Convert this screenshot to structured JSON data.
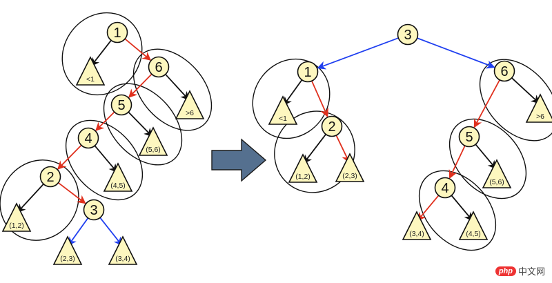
{
  "colors": {
    "node_fill": "#fdf7bf",
    "outline": "#111111",
    "edge_black": "#111111",
    "edge_red": "#e0301e",
    "edge_blue": "#1f3ff0",
    "arrow_fill": "#55708f",
    "arrow_stroke": "#1a1a1a"
  },
  "before": {
    "nodes": [
      {
        "id": "b1",
        "label": "1"
      },
      {
        "id": "b6",
        "label": "6"
      },
      {
        "id": "b5",
        "label": "5"
      },
      {
        "id": "b4",
        "label": "4"
      },
      {
        "id": "b2",
        "label": "2"
      },
      {
        "id": "b3",
        "label": "3"
      }
    ],
    "subtrees": [
      {
        "id": "bt_lt1",
        "label": "<1"
      },
      {
        "id": "bt_gt6",
        "label": ">6"
      },
      {
        "id": "bt_56",
        "label": "(5,6)"
      },
      {
        "id": "bt_45",
        "label": "(4,5)"
      },
      {
        "id": "bt_12",
        "label": "(1,2)"
      },
      {
        "id": "bt_23",
        "label": "(2,3)"
      },
      {
        "id": "bt_34",
        "label": "(3,4)"
      }
    ],
    "edges": [
      {
        "from": "b1",
        "to": "bt_lt1",
        "color": "black"
      },
      {
        "from": "b1",
        "to": "b6",
        "color": "red"
      },
      {
        "from": "b6",
        "to": "bt_gt6",
        "color": "black"
      },
      {
        "from": "b6",
        "to": "b5",
        "color": "red"
      },
      {
        "from": "b5",
        "to": "bt_56",
        "color": "black"
      },
      {
        "from": "b5",
        "to": "b4",
        "color": "red"
      },
      {
        "from": "b4",
        "to": "bt_45",
        "color": "black"
      },
      {
        "from": "b4",
        "to": "b2",
        "color": "red"
      },
      {
        "from": "b2",
        "to": "bt_12",
        "color": "black"
      },
      {
        "from": "b2",
        "to": "b3",
        "color": "red"
      },
      {
        "from": "b3",
        "to": "bt_23",
        "color": "blue"
      },
      {
        "from": "b3",
        "to": "bt_34",
        "color": "blue"
      }
    ]
  },
  "transform_arrow": {
    "meaning": "transforms-to"
  },
  "after": {
    "nodes": [
      {
        "id": "a3",
        "label": "3"
      },
      {
        "id": "a1",
        "label": "1"
      },
      {
        "id": "a2",
        "label": "2"
      },
      {
        "id": "a6",
        "label": "6"
      },
      {
        "id": "a5",
        "label": "5"
      },
      {
        "id": "a4",
        "label": "4"
      }
    ],
    "subtrees": [
      {
        "id": "at_lt1",
        "label": "<1"
      },
      {
        "id": "at_12",
        "label": "(1,2)"
      },
      {
        "id": "at_23",
        "label": "(2,3)"
      },
      {
        "id": "at_gt6",
        "label": ">6"
      },
      {
        "id": "at_56",
        "label": "(5,6)"
      },
      {
        "id": "at_34",
        "label": "(3,4)"
      },
      {
        "id": "at_45",
        "label": "(4,5)"
      }
    ],
    "edges": [
      {
        "from": "a3",
        "to": "a1",
        "color": "blue"
      },
      {
        "from": "a3",
        "to": "a6",
        "color": "blue"
      },
      {
        "from": "a1",
        "to": "at_lt1",
        "color": "black"
      },
      {
        "from": "a1",
        "to": "a2",
        "color": "red"
      },
      {
        "from": "a2",
        "to": "at_12",
        "color": "black"
      },
      {
        "from": "a2",
        "to": "at_23",
        "color": "red"
      },
      {
        "from": "a6",
        "to": "at_gt6",
        "color": "black"
      },
      {
        "from": "a6",
        "to": "a5",
        "color": "red"
      },
      {
        "from": "a5",
        "to": "at_56",
        "color": "black"
      },
      {
        "from": "a5",
        "to": "a4",
        "color": "red"
      },
      {
        "from": "a4",
        "to": "at_34",
        "color": "red"
      },
      {
        "from": "a4",
        "to": "at_45",
        "color": "black"
      }
    ]
  },
  "watermark": {
    "badge": "php",
    "text": "中文网"
  }
}
